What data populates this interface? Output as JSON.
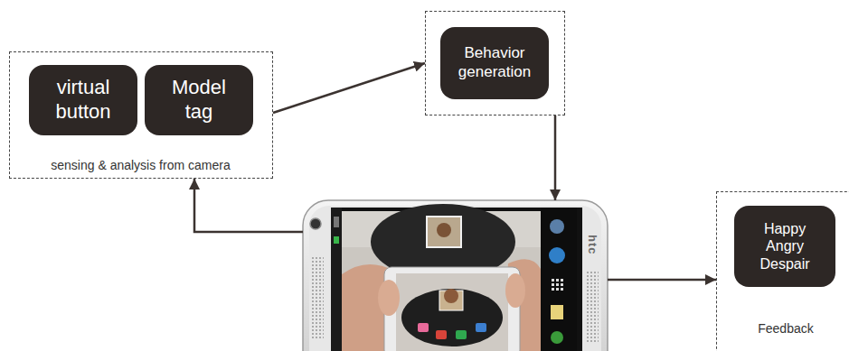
{
  "diagram": {
    "nodes": [
      {
        "text": [
          "sensing & analysis from camera"
        ]
      },
      {
        "text": [
          "virtual button"
        ],
        "in": 0
      },
      {
        "text": [
          "Model tag"
        ],
        "in": 0
      },
      {
        "text": []
      },
      {
        "text": [
          "Behavior generation"
        ],
        "in": 3
      },
      {
        "text": [
          "htc"
        ]
      },
      {
        "text": [
          "Feedback"
        ]
      },
      {
        "text": [
          "Happy Angry Despair"
        ],
        "in": 6
      }
    ],
    "edges": [
      {
        "from": 0,
        "to": 3,
        "arrow": "to"
      },
      {
        "from": 3,
        "to": 5,
        "arrow": "to"
      },
      {
        "from": 5,
        "to": 0,
        "arrow": "to"
      },
      {
        "from": 5,
        "to": 6,
        "arrow": "to"
      }
    ]
  }
}
